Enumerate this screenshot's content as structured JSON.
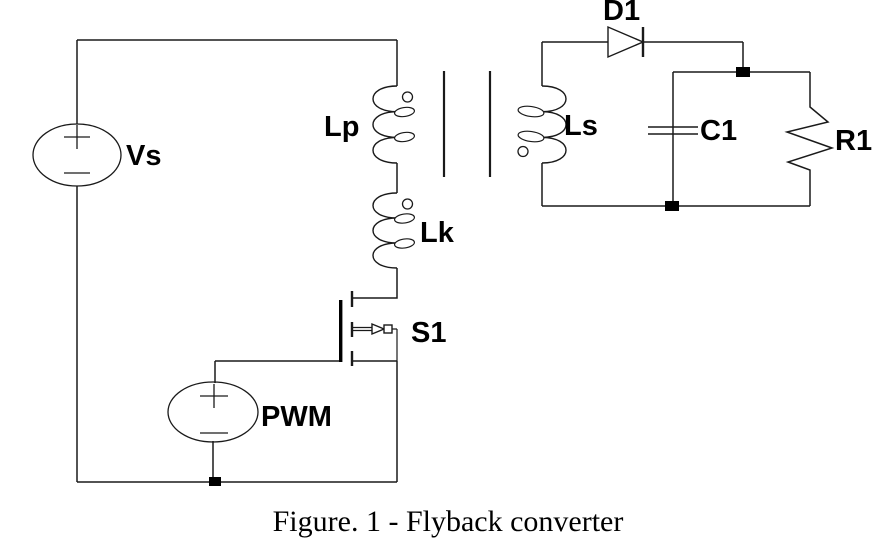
{
  "figure": {
    "caption": "Figure. 1 - Flyback converter"
  },
  "components": {
    "vs": {
      "label": "Vs",
      "symbol": "dc-voltage-source"
    },
    "lp": {
      "label": "Lp",
      "symbol": "inductor-primary-winding"
    },
    "ls": {
      "label": "Ls",
      "symbol": "inductor-secondary-winding"
    },
    "lk": {
      "label": "Lk",
      "symbol": "leakage-inductor"
    },
    "s1": {
      "label": "S1",
      "symbol": "n-mosfet-switch"
    },
    "pwm": {
      "label": "PWM",
      "symbol": "pulse-voltage-source"
    },
    "d1": {
      "label": "D1",
      "symbol": "diode"
    },
    "c1": {
      "label": "C1",
      "symbol": "capacitor"
    },
    "r1": {
      "label": "R1",
      "symbol": "resistor"
    }
  },
  "colors": {
    "line": "#1a1a1a",
    "background": "#ffffff",
    "text": "#000000"
  }
}
